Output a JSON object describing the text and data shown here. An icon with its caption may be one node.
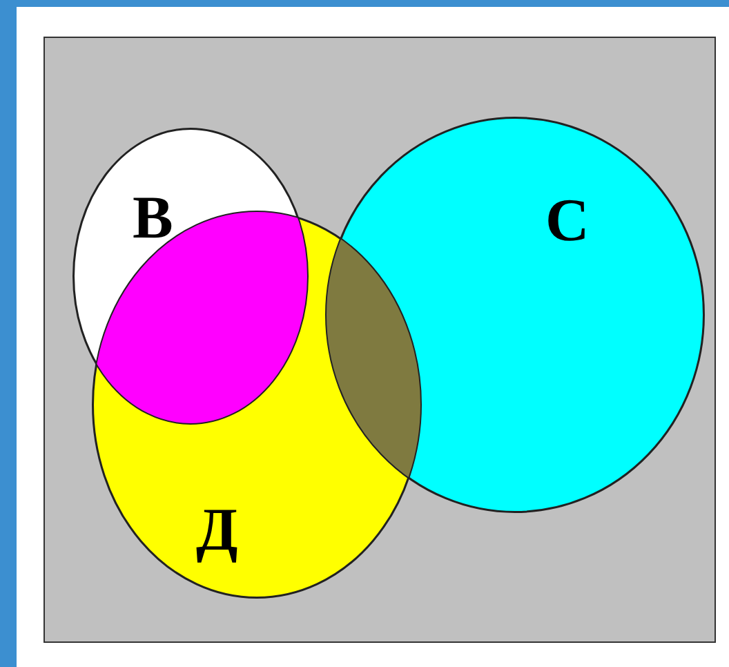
{
  "diagram": {
    "nodes": [
      {
        "text": [
          "В"
        ]
      },
      {
        "text": [
          "Д"
        ]
      },
      {
        "text": [
          "С"
        ]
      }
    ]
  }
}
